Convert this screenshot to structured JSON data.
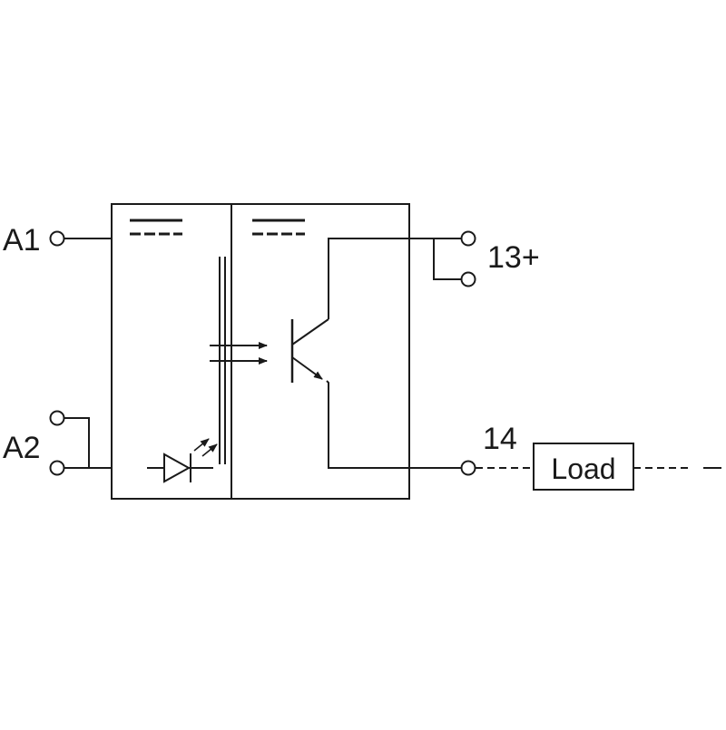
{
  "terminals": {
    "a1": "A1",
    "a2": "A2",
    "t13": "13+",
    "t14": "14"
  },
  "load_label": "Load",
  "colors": {
    "line": "#1a1a1a",
    "background": "#ffffff"
  }
}
